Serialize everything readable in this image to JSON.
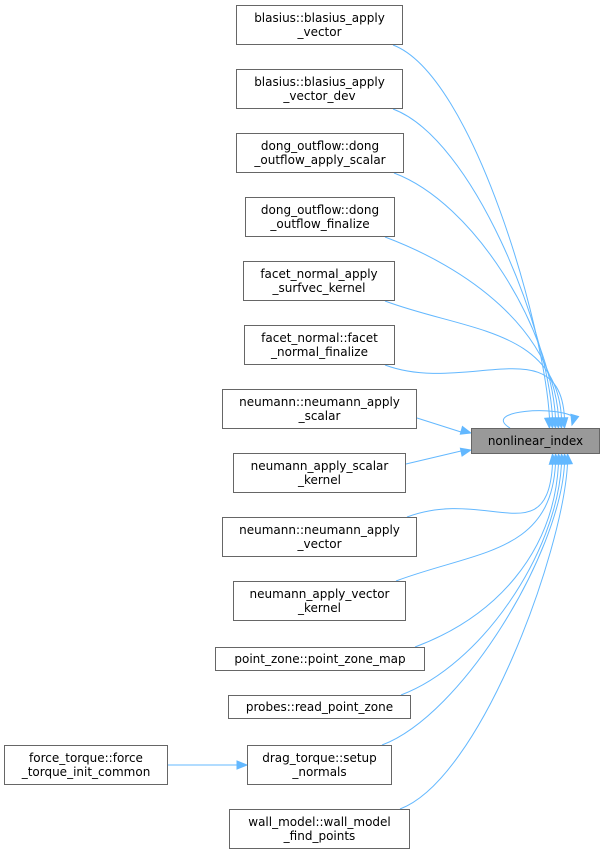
{
  "graph": {
    "type": "caller-graph",
    "edge_color": "#63b8ff",
    "focus_fill": "#999999",
    "node_border": "#666666",
    "focus": {
      "id": "nonlinear_index",
      "lines": [
        "nonlinear_index"
      ]
    },
    "nodes": [
      {
        "id": "blasius_apply_vector",
        "lines": [
          "blasius::blasius_apply",
          "_vector"
        ]
      },
      {
        "id": "blasius_apply_vector_dev",
        "lines": [
          "blasius::blasius_apply",
          "_vector_dev"
        ]
      },
      {
        "id": "dong_outflow_apply_scalar",
        "lines": [
          "dong_outflow::dong",
          "_outflow_apply_scalar"
        ]
      },
      {
        "id": "dong_outflow_finalize",
        "lines": [
          "dong_outflow::dong",
          "_outflow_finalize"
        ]
      },
      {
        "id": "facet_normal_apply_surfvec_kernel",
        "lines": [
          "facet_normal_apply",
          "_surfvec_kernel"
        ]
      },
      {
        "id": "facet_normal_finalize",
        "lines": [
          "facet_normal::facet",
          "_normal_finalize"
        ]
      },
      {
        "id": "neumann_apply_scalar",
        "lines": [
          "neumann::neumann_apply",
          "_scalar"
        ]
      },
      {
        "id": "neumann_apply_scalar_kernel",
        "lines": [
          "neumann_apply_scalar",
          "_kernel"
        ]
      },
      {
        "id": "neumann_apply_vector",
        "lines": [
          "neumann::neumann_apply",
          "_vector"
        ]
      },
      {
        "id": "neumann_apply_vector_kernel",
        "lines": [
          "neumann_apply_vector",
          "_kernel"
        ]
      },
      {
        "id": "point_zone_map",
        "lines": [
          "point_zone::point_zone_map"
        ]
      },
      {
        "id": "read_point_zone",
        "lines": [
          "probes::read_point_zone"
        ]
      },
      {
        "id": "setup_normals",
        "lines": [
          "drag_torque::setup",
          "_normals"
        ]
      },
      {
        "id": "wall_model_find_points",
        "lines": [
          "wall_model::wall_model",
          "_find_points"
        ]
      },
      {
        "id": "force_torque_init_common",
        "lines": [
          "force_torque::force",
          "_torque_init_common"
        ]
      }
    ],
    "edges": [
      {
        "from": "blasius_apply_vector",
        "to": "nonlinear_index"
      },
      {
        "from": "blasius_apply_vector_dev",
        "to": "nonlinear_index"
      },
      {
        "from": "dong_outflow_apply_scalar",
        "to": "nonlinear_index"
      },
      {
        "from": "dong_outflow_finalize",
        "to": "nonlinear_index"
      },
      {
        "from": "facet_normal_apply_surfvec_kernel",
        "to": "nonlinear_index"
      },
      {
        "from": "facet_normal_finalize",
        "to": "nonlinear_index"
      },
      {
        "from": "neumann_apply_scalar",
        "to": "nonlinear_index"
      },
      {
        "from": "neumann_apply_scalar_kernel",
        "to": "nonlinear_index"
      },
      {
        "from": "neumann_apply_vector",
        "to": "nonlinear_index"
      },
      {
        "from": "neumann_apply_vector_kernel",
        "to": "nonlinear_index"
      },
      {
        "from": "point_zone_map",
        "to": "nonlinear_index"
      },
      {
        "from": "read_point_zone",
        "to": "nonlinear_index"
      },
      {
        "from": "setup_normals",
        "to": "nonlinear_index"
      },
      {
        "from": "wall_model_find_points",
        "to": "nonlinear_index"
      },
      {
        "from": "nonlinear_index",
        "to": "nonlinear_index"
      },
      {
        "from": "force_torque_init_common",
        "to": "setup_normals"
      }
    ]
  }
}
